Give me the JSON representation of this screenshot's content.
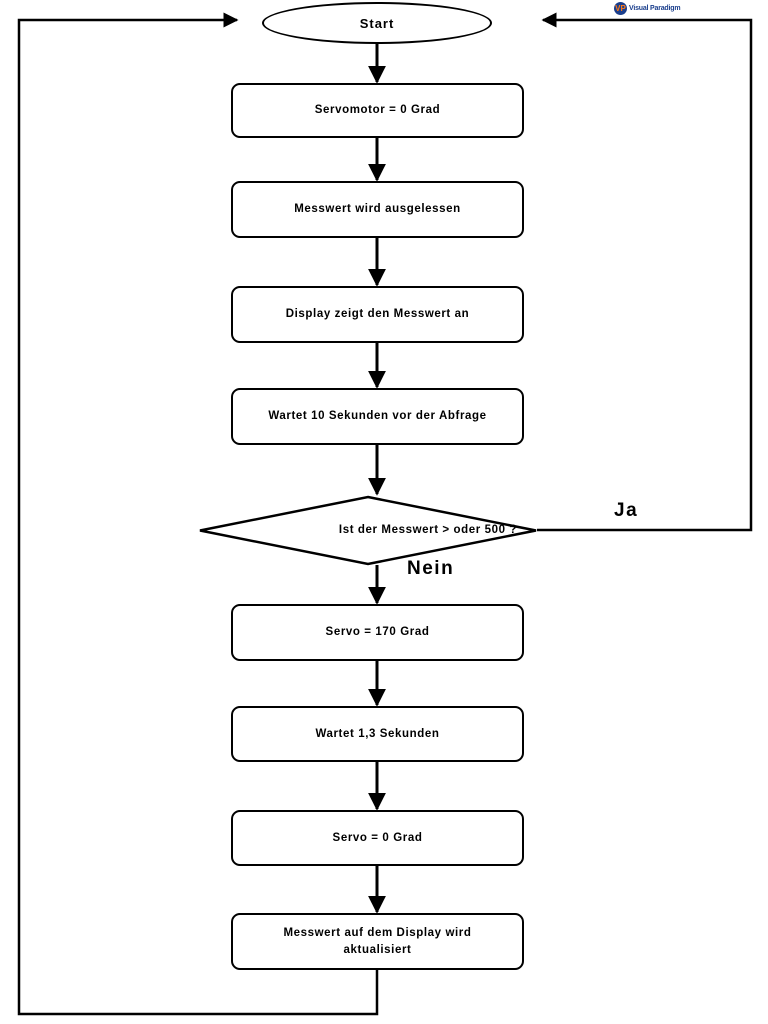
{
  "diagram": {
    "type": "flowchart",
    "title": "",
    "nodes": [
      {
        "id": "start",
        "shape": "terminator",
        "label": "Start"
      },
      {
        "id": "n1",
        "shape": "process",
        "label": "Servomotor = 0 Grad"
      },
      {
        "id": "n2",
        "shape": "process",
        "label": "Messwert wird ausgelessen"
      },
      {
        "id": "n3",
        "shape": "process",
        "label": "Display zeigt den Messwert an"
      },
      {
        "id": "n4",
        "shape": "process",
        "label": "Wartet 10 Sekunden vor der Abfrage"
      },
      {
        "id": "d1",
        "shape": "decision",
        "label": "Ist der Messwert > oder 500 ?"
      },
      {
        "id": "n5",
        "shape": "process",
        "label": "Servo = 170 Grad"
      },
      {
        "id": "n6",
        "shape": "process",
        "label": "Wartet 1,3 Sekunden"
      },
      {
        "id": "n7",
        "shape": "process",
        "label": "Servo = 0 Grad"
      },
      {
        "id": "n8",
        "shape": "process",
        "label": "Messwert auf dem Display wird aktualisiert"
      }
    ],
    "edge_labels": {
      "yes": "Ja",
      "no": "Nein"
    },
    "colors": {
      "stroke": "#000000",
      "fill": "#ffffff",
      "text": "#000000"
    }
  },
  "watermark": {
    "badge": "VP",
    "text": "Visual Paradigm"
  }
}
